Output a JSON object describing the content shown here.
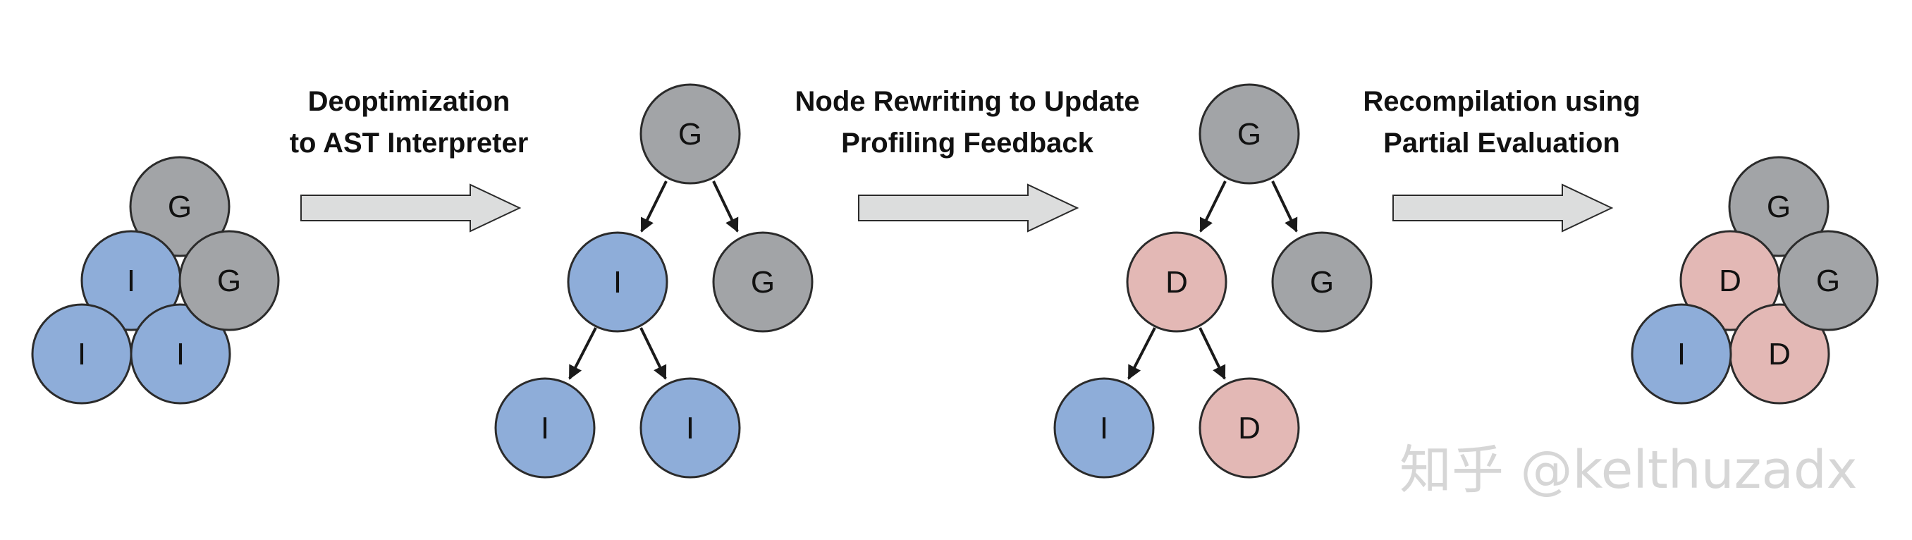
{
  "colors": {
    "interpreted_fill": "#8eadd9",
    "generic_fill": "#a2a4a7",
    "deopt_fill": "#e3b8b5",
    "stroke": "#2b2b2b",
    "arrow_fill": "#dcdddd"
  },
  "steps": [
    {
      "line1": "Deoptimization",
      "line2": "to AST Interpreter"
    },
    {
      "line1": "Node Rewriting to Update",
      "line2": "Profiling Feedback"
    },
    {
      "line1": "Recompilation using",
      "line2": "Partial Evaluation"
    }
  ],
  "clusters": [
    {
      "nodes": [
        "G",
        "I",
        "G",
        "I",
        "I"
      ]
    },
    {
      "nodes": [
        "G",
        "D",
        "G",
        "I",
        "D"
      ]
    }
  ],
  "trees": [
    {
      "root": "G",
      "left": "I",
      "right": "G",
      "left_left": "I",
      "left_right": "I"
    },
    {
      "root": "G",
      "left": "D",
      "right": "G",
      "left_left": "I",
      "left_right": "D"
    }
  ],
  "watermark": "知乎 @kelthuzadx"
}
